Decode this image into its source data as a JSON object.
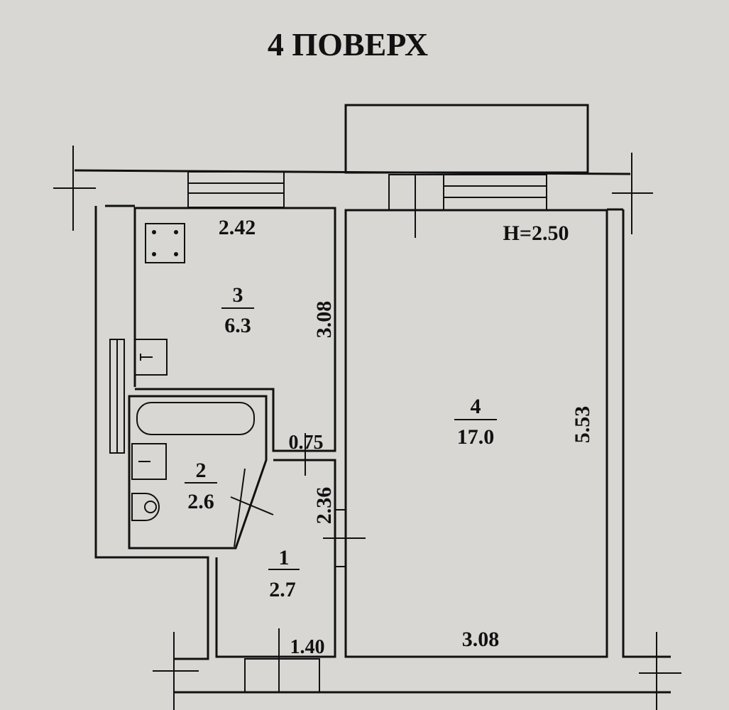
{
  "title": "4 ПОВЕРХ",
  "ceiling_height": "H=2.50",
  "rooms": [
    {
      "number": "1",
      "area": "2.7"
    },
    {
      "number": "2",
      "area": "2.6"
    },
    {
      "number": "3",
      "area": "6.3"
    },
    {
      "number": "4",
      "area": "17.0"
    }
  ],
  "dimensions": {
    "kitchen_width": "2.42",
    "kitchen_length": "3.08",
    "room4_length": "5.53",
    "room4_width": "3.08",
    "door_gap": "0.75",
    "corridor_length": "2.36",
    "corridor_width": "1.40"
  }
}
